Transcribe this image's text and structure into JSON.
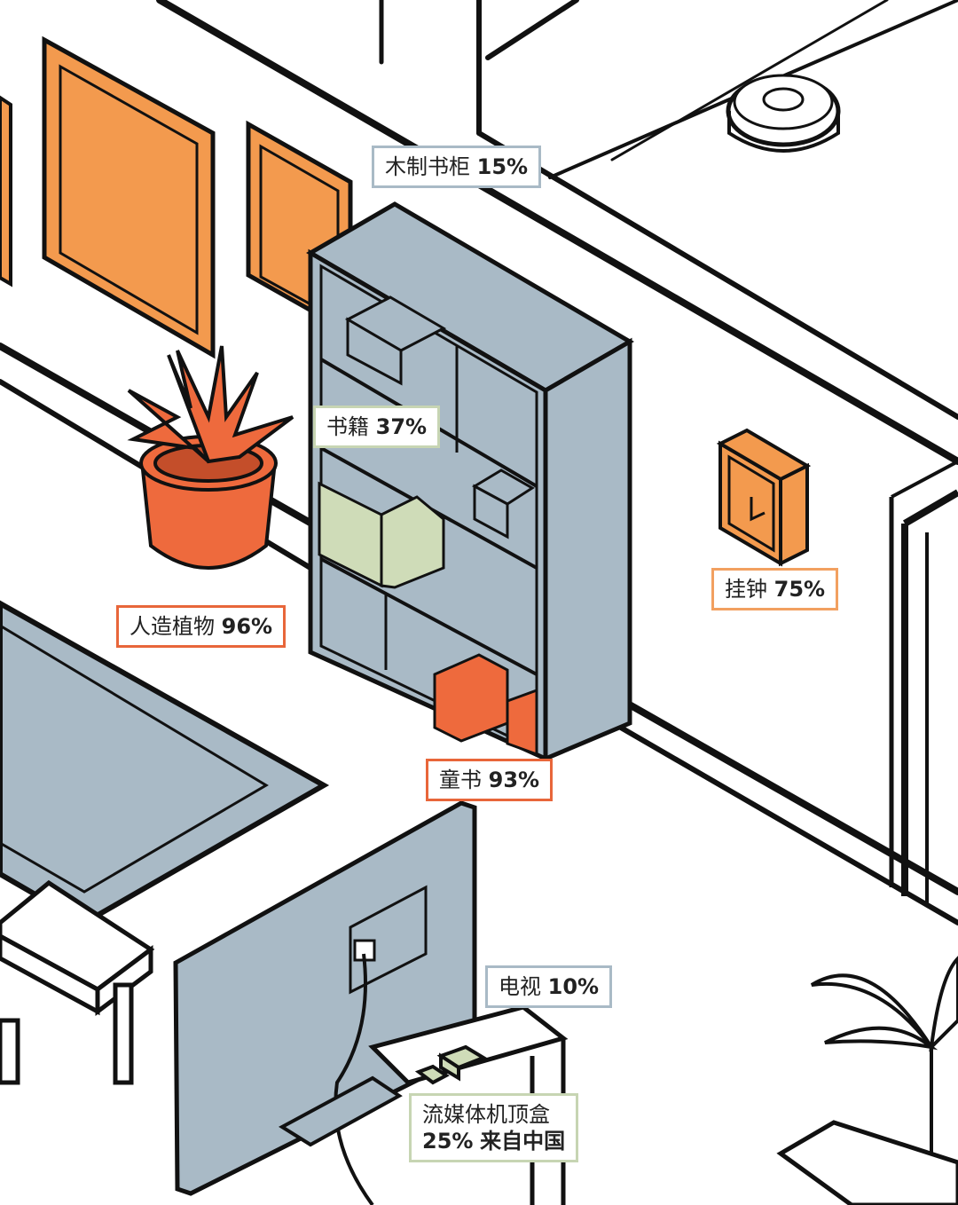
{
  "colors": {
    "blue_item": "#a9bac6",
    "blue_label_border": "#a9bac6",
    "orange_light": "#f39a4e",
    "orange_dark": "#ee6a3d",
    "orange_label_border": "#e8663a",
    "light_orange_label_border": "#f2a060",
    "green_item": "#cfdcb8",
    "green_label_border": "#c7d5b3",
    "line": "#111111"
  },
  "labels": {
    "bookcase": {
      "name": "木制书柜",
      "pct": "15%"
    },
    "books": {
      "name": "书籍",
      "pct": "37%"
    },
    "plant": {
      "name": "人造植物",
      "pct": "96%"
    },
    "clock": {
      "name": "挂钟",
      "pct": "75%"
    },
    "kids_books": {
      "name": "童书",
      "pct": "93%"
    },
    "tv": {
      "name": "电视",
      "pct": "10%"
    },
    "streaming_box": {
      "name_line1": "流媒体机顶盒",
      "pct": "25%",
      "suffix": "来自中国"
    }
  }
}
